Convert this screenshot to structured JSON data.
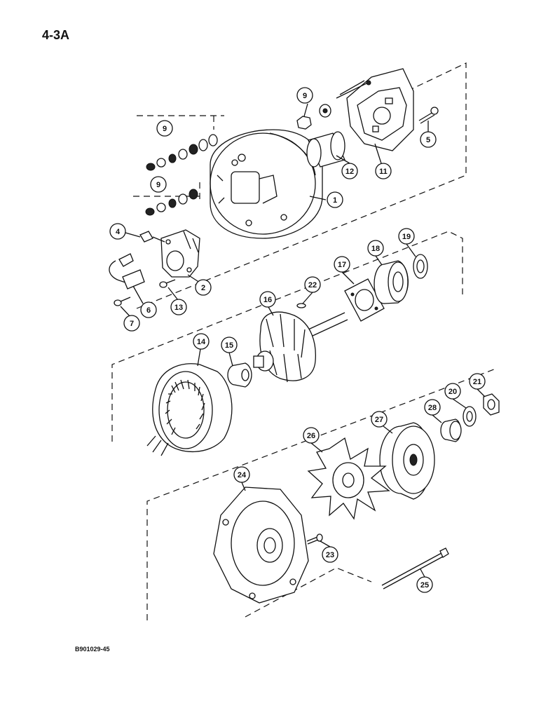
{
  "page": {
    "title": "4-3A",
    "figure_code": "B901029-45"
  },
  "callouts": [
    "1",
    "2",
    "4",
    "5",
    "6",
    "7",
    "9",
    "9",
    "9",
    "11",
    "12",
    "13",
    "14",
    "15",
    "16",
    "17",
    "18",
    "19",
    "20",
    "21",
    "22",
    "23",
    "24",
    "25",
    "26",
    "27",
    "28"
  ]
}
